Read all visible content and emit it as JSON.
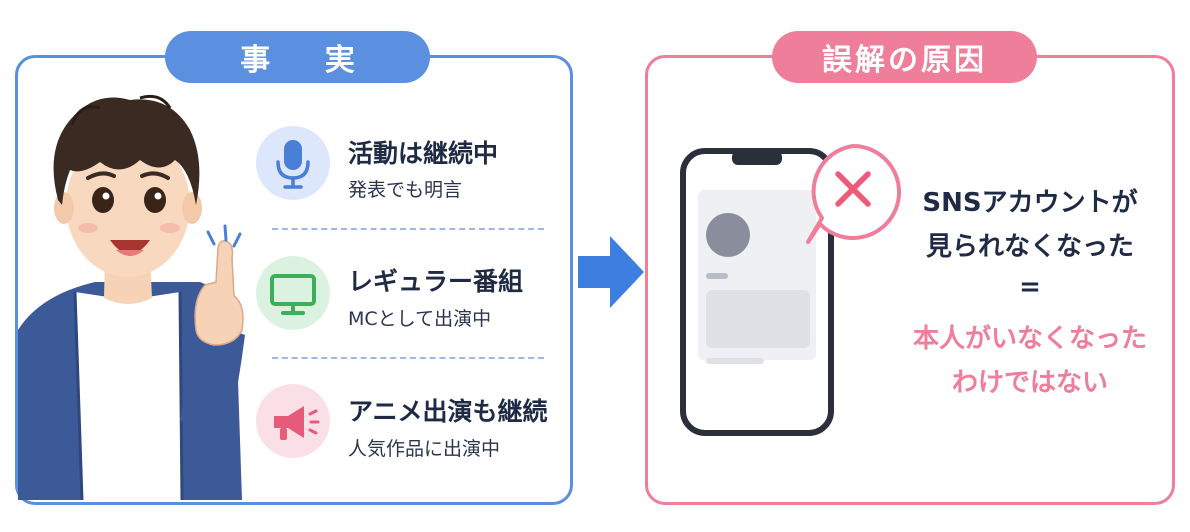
{
  "facts": {
    "title": "事 実",
    "items": [
      {
        "title": "活動は継続中",
        "subtitle": "発表でも明言",
        "icon": "microphone-icon"
      },
      {
        "title": "レギュラー番組",
        "subtitle": "MCとして出演中",
        "icon": "monitor-icon"
      },
      {
        "title": "アニメ出演も継続",
        "subtitle": "人気作品に出演中",
        "icon": "megaphone-icon"
      }
    ]
  },
  "cause": {
    "title": "誤解の原因",
    "line1": "SNSアカウントが",
    "line2": "見られなくなった",
    "equals": "=",
    "line3": "本人がいなくなった",
    "line4": "わけではない"
  },
  "colors": {
    "facts_accent": "#5b8fe0",
    "cause_accent": "#ee7e9a",
    "text_dark": "#1f2a44"
  }
}
